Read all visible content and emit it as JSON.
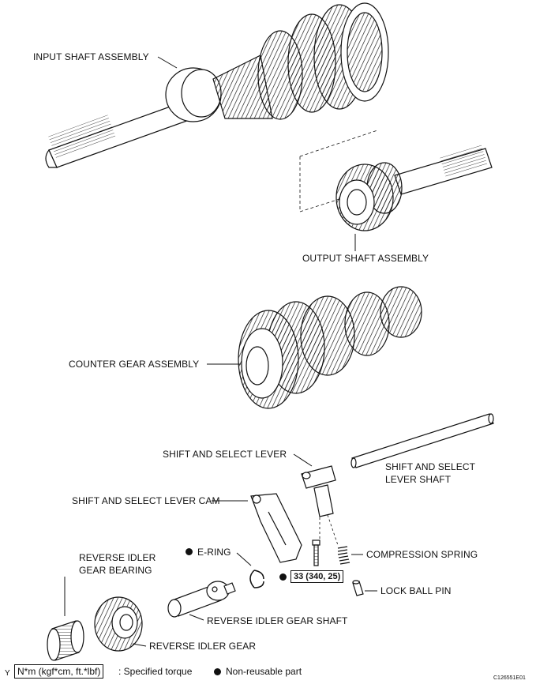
{
  "labels": {
    "input_shaft": "INPUT SHAFT ASSEMBLY",
    "output_shaft": "OUTPUT SHAFT ASSEMBLY",
    "counter_gear": "COUNTER GEAR ASSEMBLY",
    "shift_select_lever": "SHIFT AND SELECT LEVER",
    "shift_select_lever_shaft_1": "SHIFT AND SELECT",
    "shift_select_lever_shaft_2": "LEVER SHAFT",
    "shift_select_lever_cam": "SHIFT AND SELECT LEVER CAM",
    "e_ring": "E-RING",
    "compression_spring": "COMPRESSION SPRING",
    "reverse_idler_gear_bearing_1": "REVERSE IDLER",
    "reverse_idler_gear_bearing_2": "GEAR BEARING",
    "lock_ball_pin": "LOCK BALL PIN",
    "reverse_idler_gear_shaft": "REVERSE IDLER GEAR SHAFT",
    "reverse_idler_gear": "REVERSE IDLER GEAR"
  },
  "torque": {
    "value": "33 (340, 25)"
  },
  "legend": {
    "prefix": "Y",
    "torque_units": "N*m (kgf*cm, ft.*lbf)",
    "torque_desc": ": Specified torque",
    "non_reusable": "Non-reusable part"
  },
  "figure_code": "C126551E01"
}
